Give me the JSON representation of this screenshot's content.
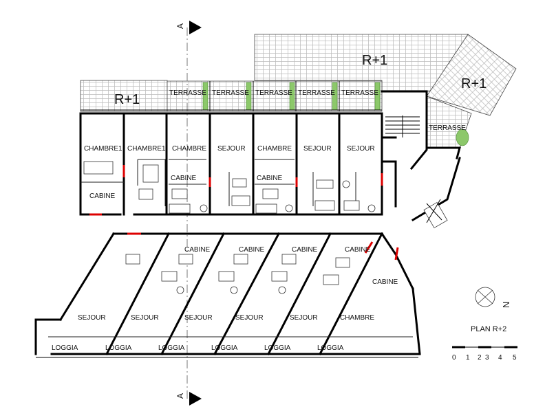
{
  "plan": {
    "title": "PLAN R+2",
    "section_marker": "A",
    "scale_ticks": [
      "0",
      "1",
      "2",
      "3",
      "4",
      "5"
    ],
    "north_mark": "N"
  },
  "roofs": [
    "R+1",
    "R+1",
    "R+1"
  ],
  "terraces": [
    "TERRASSE",
    "TERRASSE",
    "TERRASSE",
    "TERRASSE",
    "TERRASSE",
    "TERRASSE"
  ],
  "top_rooms": [
    "CHAMBRE1",
    "CHAMBRE1",
    "CHAMBRE",
    "SEJOUR",
    "CHAMBRE",
    "SEJOUR",
    "SEJOUR"
  ],
  "top_cabins": [
    "CABINE",
    "CABINE",
    "CABINE"
  ],
  "lower_cabins": [
    "CABINE",
    "CABINE",
    "CABINE",
    "CABINE",
    "CABINE"
  ],
  "lower_rooms": [
    "SEJOUR",
    "SEJOUR",
    "SEJOUR",
    "SEJOUR",
    "SEJOUR",
    "CHAMBRE"
  ],
  "loggias": [
    "LOGGIA",
    "LOGGIA",
    "LOGGIA",
    "LOGGIA",
    "LOGGIA",
    "LOGGIA"
  ],
  "colors": {
    "wall": "#000000",
    "door": "#dd0000",
    "planting": "#8cc86a"
  }
}
